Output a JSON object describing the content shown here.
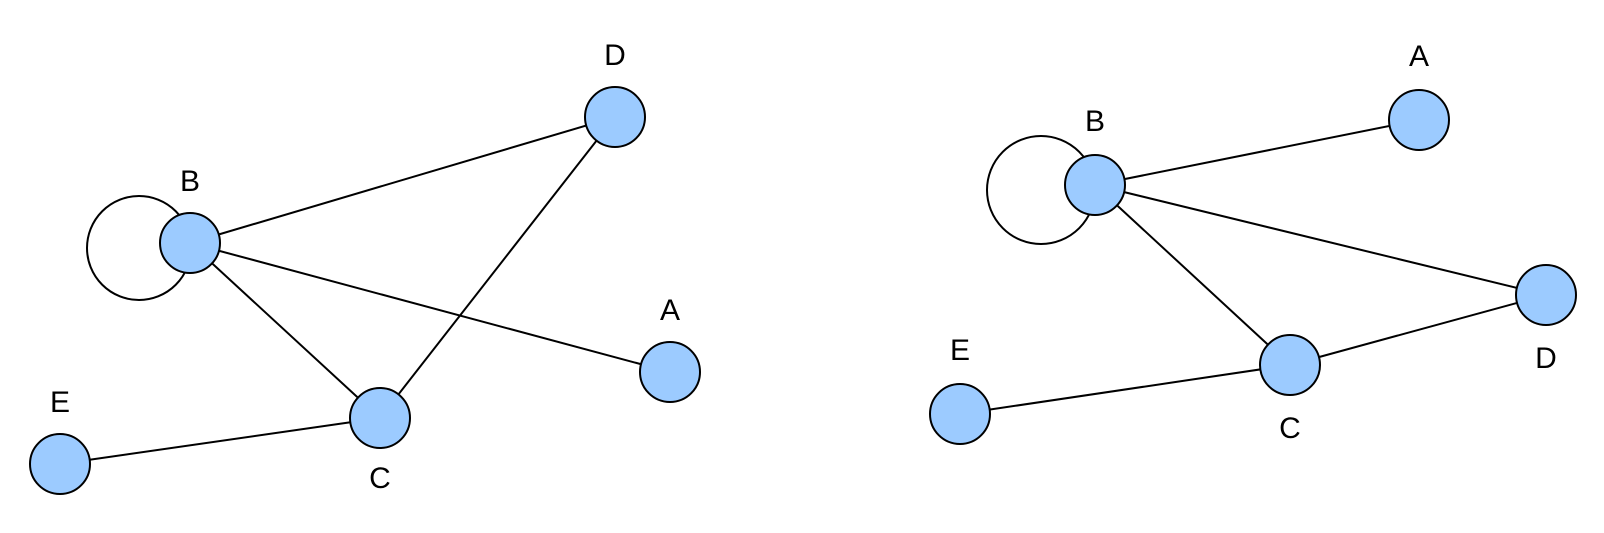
{
  "colors": {
    "node_fill": "#9ccbff",
    "stroke": "#000000",
    "background": "#ffffff"
  },
  "graphs": [
    {
      "nodes": [
        {
          "id": "A",
          "label": "A"
        },
        {
          "id": "B",
          "label": "B"
        },
        {
          "id": "C",
          "label": "C"
        },
        {
          "id": "D",
          "label": "D"
        },
        {
          "id": "E",
          "label": "E"
        }
      ],
      "edges": [
        {
          "from": "B",
          "to": "D"
        },
        {
          "from": "B",
          "to": "A"
        },
        {
          "from": "B",
          "to": "C"
        },
        {
          "from": "C",
          "to": "D"
        },
        {
          "from": "E",
          "to": "C"
        },
        {
          "from": "B",
          "to": "B"
        }
      ]
    },
    {
      "nodes": [
        {
          "id": "A",
          "label": "A"
        },
        {
          "id": "B",
          "label": "B"
        },
        {
          "id": "C",
          "label": "C"
        },
        {
          "id": "D",
          "label": "D"
        },
        {
          "id": "E",
          "label": "E"
        }
      ],
      "edges": [
        {
          "from": "B",
          "to": "A"
        },
        {
          "from": "B",
          "to": "D"
        },
        {
          "from": "B",
          "to": "C"
        },
        {
          "from": "C",
          "to": "D"
        },
        {
          "from": "E",
          "to": "C"
        },
        {
          "from": "B",
          "to": "B"
        }
      ]
    }
  ]
}
